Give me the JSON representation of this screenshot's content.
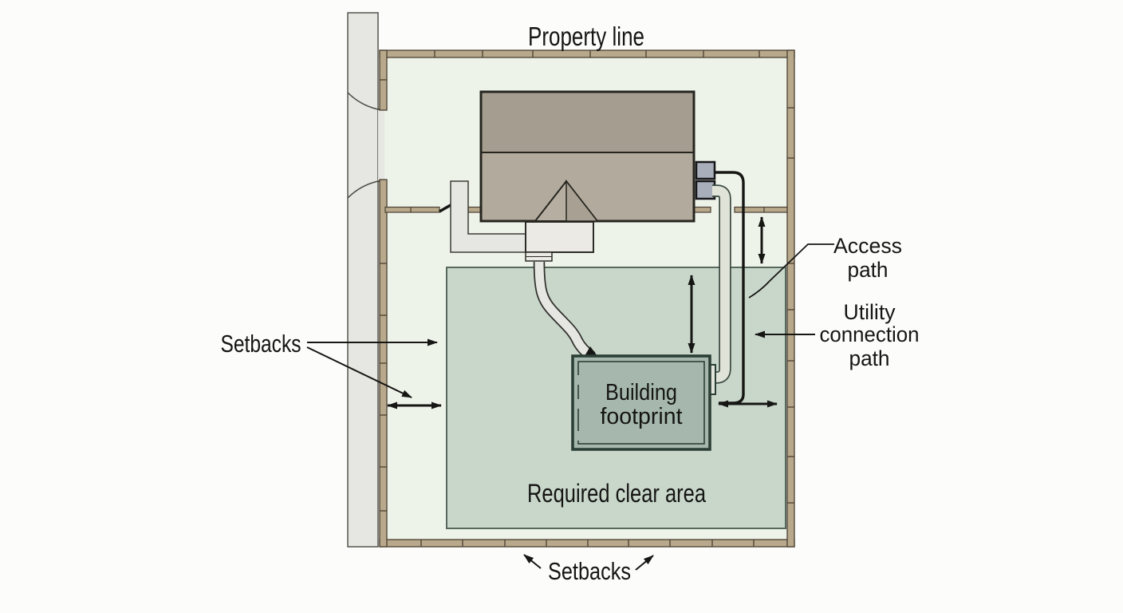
{
  "diagram": {
    "title": "Property line",
    "labels": {
      "setbacks_left": "Setbacks",
      "setbacks_bottom": "Setbacks",
      "access_path": [
        "Access",
        "path"
      ],
      "utility_connection_path": [
        "Utility",
        "connection",
        "path"
      ],
      "building_footprint": [
        "Building",
        "footprint"
      ],
      "required_clear_area": "Required clear area"
    },
    "colors": {
      "property_interior": "#eef3ea",
      "fence_tan": "#b8a98c",
      "fence_line": "#4a3f31",
      "clear_area_fill": "#c9d7cb",
      "clear_area_border": "#57685d",
      "building_footprint_fill": "#a6b8ae",
      "building_footprint_border": "#2c3f36",
      "house_roof_upper": "#a59e90",
      "house_roof_lower": "#b2ab9d",
      "pavement": "#e6e6e2",
      "utility_meter": "#a8aeba",
      "ink": "#161614"
    }
  }
}
